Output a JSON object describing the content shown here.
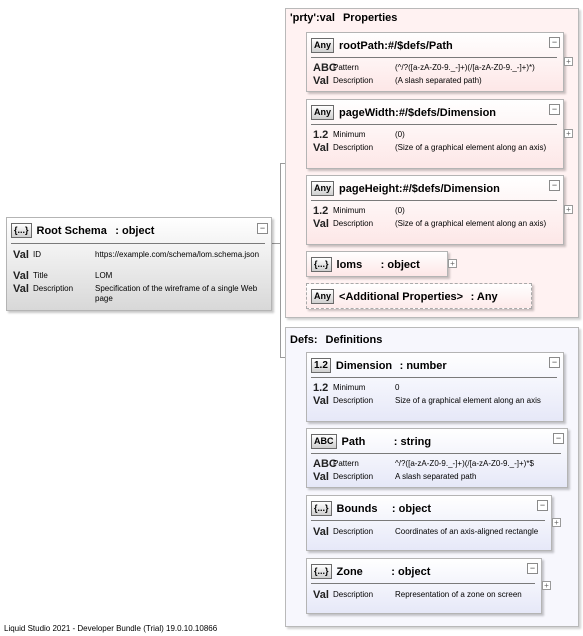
{
  "root": {
    "badge": "{...}",
    "title": "Root Schema",
    "type": ": object",
    "rows": [
      {
        "tag": "Val",
        "label": "ID",
        "value": "https://example.com/schema/lom.schema.json"
      },
      {
        "tag": "Val",
        "label": "Title",
        "value": "LOM"
      },
      {
        "tag": "Val",
        "label": "Description",
        "value": "Specification of the wireframe of a single Web page"
      }
    ]
  },
  "properties": {
    "prefix": "'prty':val",
    "title": "Properties",
    "rootPath": {
      "badge": "Any",
      "name": "rootPath",
      "type": "#/$defs/Path",
      "rows": [
        {
          "tag": "ABC",
          "label": "Pattern",
          "value": "(^/?([a-zA-Z0-9._-]+)(/[a-zA-Z0-9._-]+)*)"
        },
        {
          "tag": "Val",
          "label": "Description",
          "value": "(A slash separated path)"
        }
      ]
    },
    "pageWidth": {
      "badge": "Any",
      "name": "pageWidth",
      "type": "#/$defs/Dimension",
      "rows": [
        {
          "tag": "1.2",
          "label": "Minimum",
          "value": "(0)"
        },
        {
          "tag": "Val",
          "label": "Description",
          "value": "(Size of a graphical element along an axis)"
        }
      ]
    },
    "pageHeight": {
      "badge": "Any",
      "name": "pageHeight",
      "type": "#/$defs/Dimension",
      "rows": [
        {
          "tag": "1.2",
          "label": "Minimum",
          "value": "(0)"
        },
        {
          "tag": "Val",
          "label": "Description",
          "value": "(Size of a graphical element along an axis)"
        }
      ]
    },
    "loms": {
      "badge": "{...}",
      "name": "loms",
      "type": ": object"
    },
    "additional": {
      "badge": "Any",
      "name": "<Additional Properties>",
      "type": ": Any"
    }
  },
  "defs": {
    "prefix": "Defs:",
    "title": "Definitions",
    "dimension": {
      "badge": "1.2",
      "name": "Dimension",
      "type": ": number",
      "rows": [
        {
          "tag": "1.2",
          "label": "Minimum",
          "value": "0"
        },
        {
          "tag": "Val",
          "label": "Description",
          "value": "Size of a graphical element along an axis"
        }
      ]
    },
    "path": {
      "badge": "ABC",
      "name": "Path",
      "type": ": string",
      "rows": [
        {
          "tag": "ABC",
          "label": "Pattern",
          "value": "^/?([a-zA-Z0-9._-]+)(/[a-zA-Z0-9._-]+)*$"
        },
        {
          "tag": "Val",
          "label": "Description",
          "value": "A slash separated path"
        }
      ]
    },
    "bounds": {
      "badge": "{...}",
      "name": "Bounds",
      "type": ": object",
      "rows": [
        {
          "tag": "Val",
          "label": "Description",
          "value": "Coordinates of an axis-aligned rectangle"
        }
      ]
    },
    "zone": {
      "badge": "{...}",
      "name": "Zone",
      "type": ": object",
      "rows": [
        {
          "tag": "Val",
          "label": "Description",
          "value": "Representation of a zone on screen"
        }
      ]
    }
  },
  "footer": "Liquid Studio 2021 - Developer Bundle (Trial) 19.0.10.10866"
}
